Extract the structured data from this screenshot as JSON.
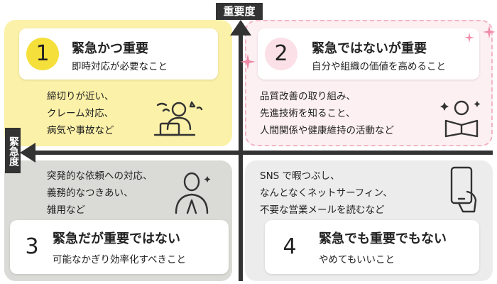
{
  "axes": {
    "vertical_label": "重要度",
    "horizontal_label": "緊急度"
  },
  "quadrants": [
    {
      "number": "1",
      "title": "緊急かつ重要",
      "subtitle": "即時対応が必要なこと",
      "examples": [
        "締切りが近い、",
        "クレーム対応、",
        "病気や事故など"
      ],
      "icon": "stressed-person-at-laptop-icon"
    },
    {
      "number": "2",
      "title": "緊急ではないが重要",
      "subtitle": "自分や組織の価値を高めること",
      "examples": [
        "品質改善の取り組み、",
        "先進技術を知ること、",
        "人間関係や健康維持の活動など"
      ],
      "icon": "person-reading-book-icon"
    },
    {
      "number": "3",
      "title": "緊急だが重要ではない",
      "subtitle": "可能なかぎり効率化すべきこと",
      "examples": [
        "突発的な依頼への対応、",
        "義務的なつきあい、",
        "雑用など"
      ],
      "icon": "person-bowing-icon"
    },
    {
      "number": "4",
      "title": "緊急でも重要でもない",
      "subtitle": "やめてもいいこと",
      "examples": [
        "SNS で暇つぶし、",
        "なんとなくネットサーフィン、",
        "不要な営業メールを読むなど"
      ],
      "icon": "smartphone-in-hand-icon"
    }
  ],
  "colors": {
    "q1_background": "#fbf1a8",
    "q2_background": "#fdf0f3",
    "q3_background": "#dadbd6",
    "q4_background": "#ececec",
    "q1_number_circle": "#f5df3a",
    "axis": "#333333",
    "sparkle": "#f08aa7"
  }
}
